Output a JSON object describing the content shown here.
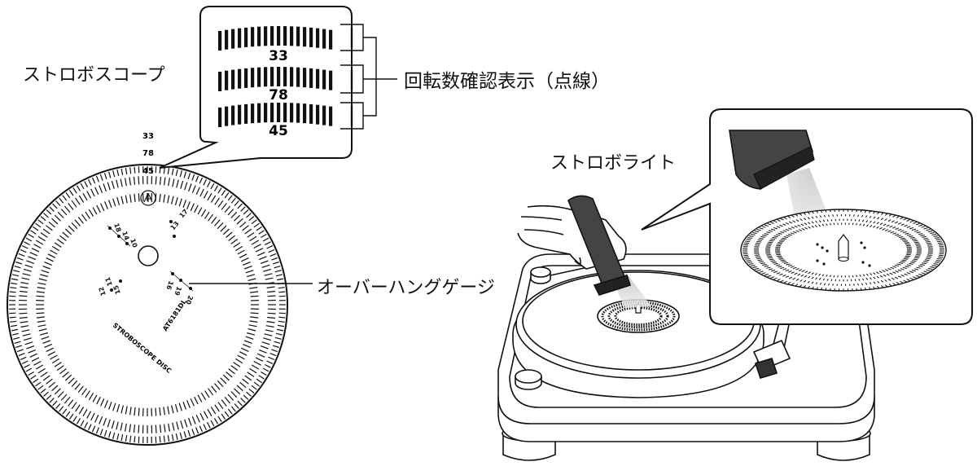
{
  "labels": {
    "stroboscope": "ストロボスコープ",
    "speed_check": "回転数確認表示（点線）",
    "strobe_light": "ストロボライト",
    "overhang_gauge": "オーバーハングゲージ"
  },
  "disc": {
    "ring_speeds": [
      "33",
      "78",
      "45"
    ],
    "name": "STROBOSCOPE DISC",
    "model": "AT6181DL",
    "gauge_numbers": [
      "18",
      "14",
      "10",
      "17",
      "13",
      "11",
      "15",
      "19",
      "16",
      "12",
      "20"
    ]
  },
  "callout": {
    "speeds": [
      "33",
      "78",
      "45"
    ]
  }
}
